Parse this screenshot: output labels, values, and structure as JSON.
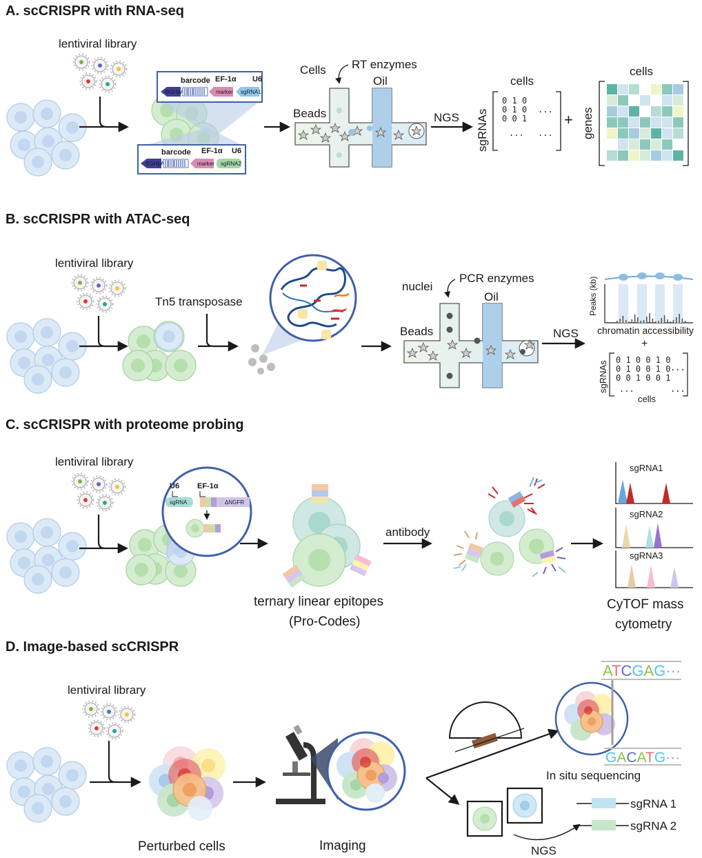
{
  "panels": {
    "a": {
      "title": "A. scCRISPR with RNA-seq",
      "library_label": "lentiviral library",
      "construct1": {
        "barcode": "barcode",
        "promoter": "EF-1α",
        "u6": "U6",
        "bghpa": "BGHpA",
        "marker": "marker",
        "sgrna": "sgRNA1"
      },
      "construct2": {
        "barcode": "barcode",
        "promoter": "EF-1α",
        "u6": "U6",
        "bghpa": "BGHpA",
        "marker": "marker",
        "sgrna": "sgRNA2"
      },
      "cells_label": "Cells",
      "rt_label": "RT enzymes",
      "oil_label": "Oil",
      "beads_label": "Beads",
      "ngs_label": "NGS",
      "matrix_col": "cells",
      "matrix_row": "sgRNAs",
      "matrix_rows": [
        "0 1 0",
        "0 1 0",
        "0 0 1",
        "..."
      ],
      "matrix_dots": "...",
      "plus": "+",
      "heatmap_col": "cells",
      "heatmap_row": "genes"
    },
    "b": {
      "title": "B. scCRISPR with ATAC-seq",
      "library_label": "lentiviral library",
      "tn5_label": "Tn5 transposase",
      "nuclei_label": "nuclei",
      "pcr_label": "PCR enzymes",
      "oil_label": "Oil",
      "beads_label": "Beads",
      "ngs_label": "NGS",
      "peaks_label": "Peaks (kb)",
      "chromatin_label": "chromatin accessibility",
      "plus": "+",
      "matrix_row": "sgRNAs",
      "matrix_col": "cells",
      "matrix_rows": [
        "0 1 0 0 1 0",
        "0 1 0 0 1 0",
        "0 0 1 0 0 1",
        "..."
      ],
      "matrix_dots": "..."
    },
    "c": {
      "title": "C. scCRISPR with proteome probing",
      "library_label": "lentiviral library",
      "u6": "U6",
      "promoter": "EF-1α",
      "sgrna": "sgRNA",
      "ngfr": "ΔNGFR",
      "antibody_label": "antibody",
      "epitopes_line1": "ternary linear epitopes",
      "epitopes_line2": "(Pro-Codes)",
      "cytof_line1": "CyTOF mass",
      "cytof_line2": "cytometry",
      "spectra": [
        "sgRNA1",
        "sgRNA2",
        "sgRNA3"
      ]
    },
    "d": {
      "title": "D. Image-based scCRISPR",
      "library_label": "lentiviral library",
      "perturbed_label": "Perturbed cells",
      "imaging_label": "Imaging",
      "seq_top": [
        "A",
        "T",
        "C",
        "G",
        "A",
        "G",
        "···"
      ],
      "seq_bottom": [
        "G",
        "A",
        "C",
        "A",
        "T",
        "G",
        "···"
      ],
      "insitu_label": "In situ sequencing",
      "sgrna1_label": "sgRNA 1",
      "sgrna2_label": "sgRNA 2",
      "ngs_label": "NGS"
    }
  },
  "colors": {
    "nucleotides": {
      "A": "#8bc34a",
      "T": "#e57373",
      "C": "#5c6bc0",
      "G": "#4fc3f7"
    }
  }
}
